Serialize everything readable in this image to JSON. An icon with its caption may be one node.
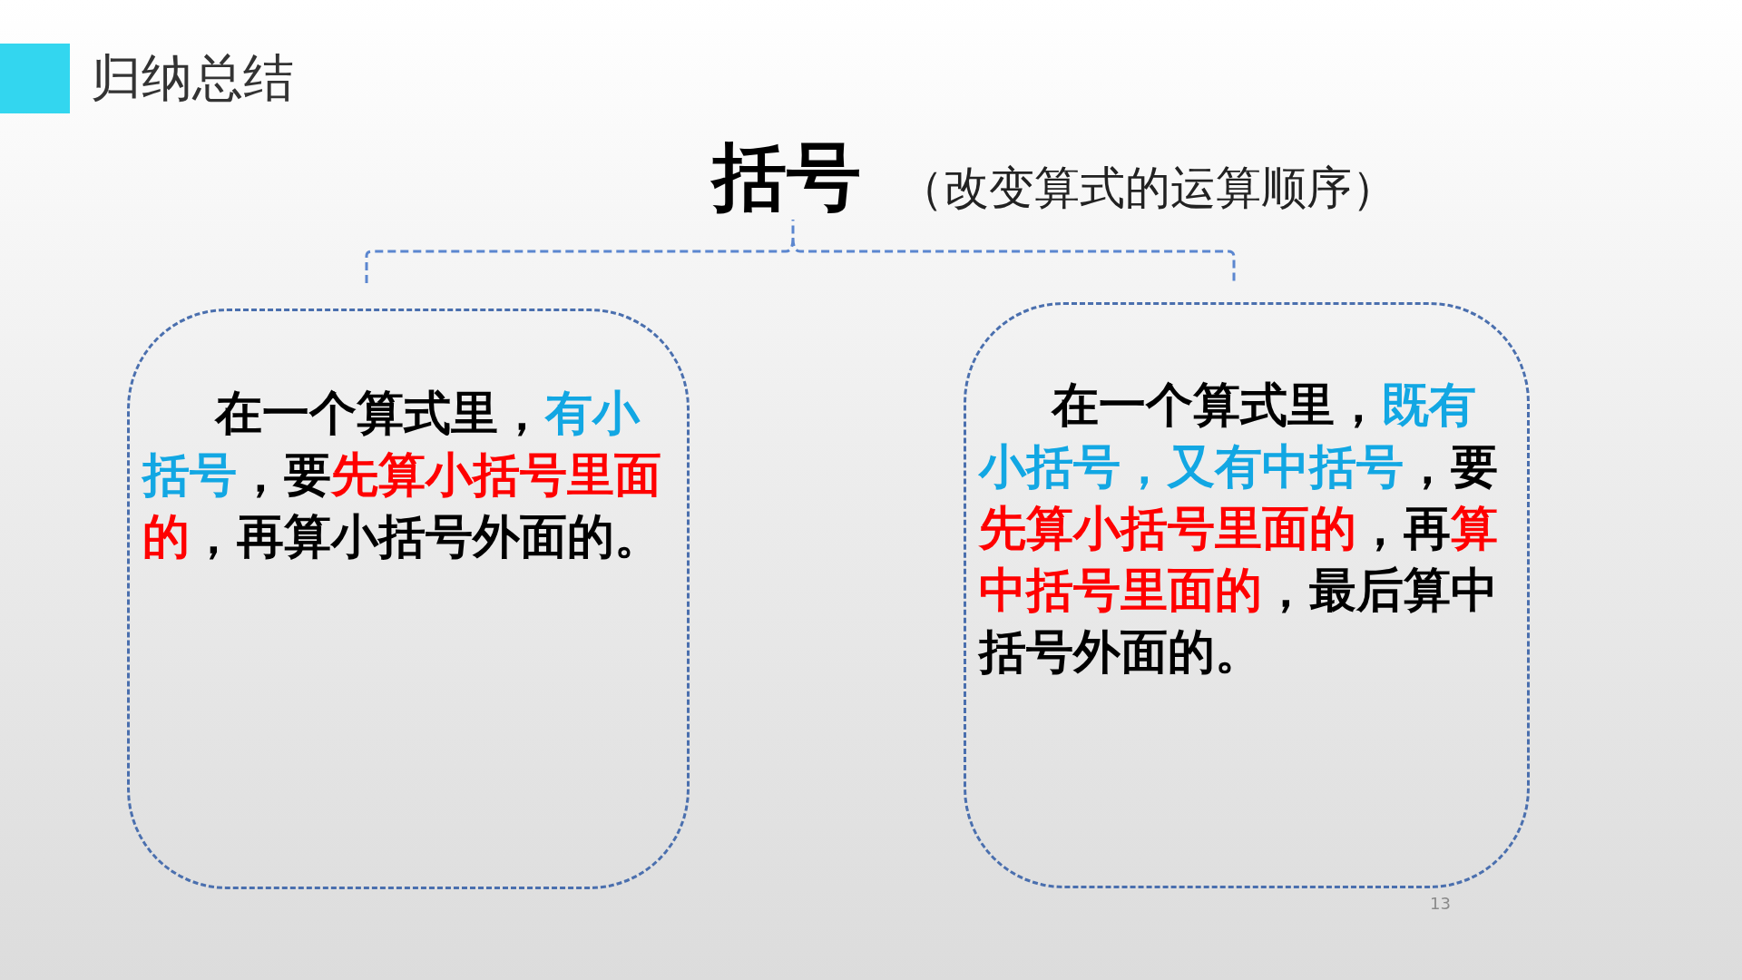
{
  "diagram": {
    "title": "归纳总结",
    "nodes": [
      {
        "text": [
          "在一个算式里，*有小括号*，要**先算小括号里面的**，再算小括号外面的。"
        ]
      },
      {
        "text": [
          "在一个算式里，*既有小括号，又有中括号*，要**先算小括号里面的**，再**算中括号里面的**，最后算中括号外面的。"
        ]
      }
    ],
    "labels": [
      "括号",
      "（改变算式的运算顺序）",
      "13"
    ]
  }
}
